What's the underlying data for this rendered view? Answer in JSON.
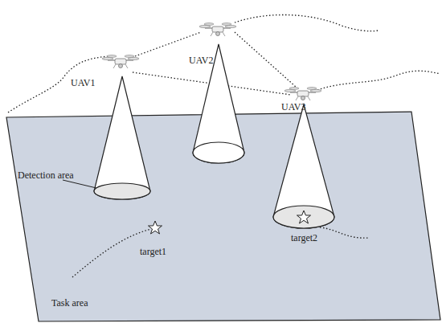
{
  "diagram": {
    "labels": [
      "UAV1",
      "UAV2",
      "UAV3",
      "Detection area",
      "target1",
      "target2",
      "Task area"
    ]
  }
}
